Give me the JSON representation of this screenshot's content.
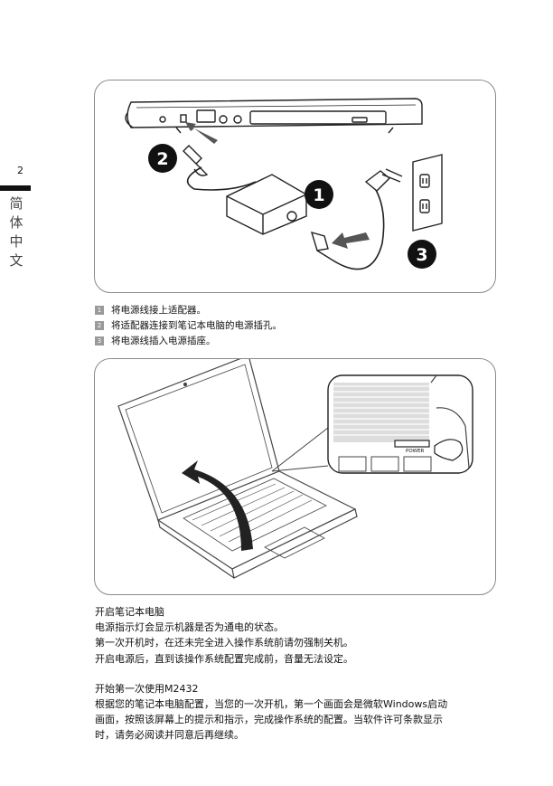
{
  "sidebar": {
    "page_number": "2",
    "language_label": "简体中文"
  },
  "figure1": {
    "callouts": [
      "1",
      "2",
      "3"
    ]
  },
  "steps": [
    {
      "number": "1",
      "text": "将电源线接上适配器。"
    },
    {
      "number": "2",
      "text": "将适配器连接到笔记本电脑的电源插孔。"
    },
    {
      "number": "3",
      "text": "将电源线插入电源插座。"
    }
  ],
  "figure2": {
    "power_label": "POWER"
  },
  "section1": {
    "title": "开启笔记本电脑",
    "lines": [
      "电源指示灯会显示机器是否为通电的状态。",
      "第一次开机时，在还未完全进入操作系统前请勿强制关机。",
      "开启电源后，直到该操作系统配置完成前，音量无法设定。"
    ]
  },
  "section2": {
    "title": "开始第一次使用M2432",
    "lines": [
      "根据您的笔记本电脑配置，当您的一次开机，第一个画面会是微软Windows启动",
      "画面，按照该屏幕上的提示和指示，完成操作系统的配置。当软件许可条款显示",
      "时，请务必阅读并同意后再继续。"
    ]
  }
}
